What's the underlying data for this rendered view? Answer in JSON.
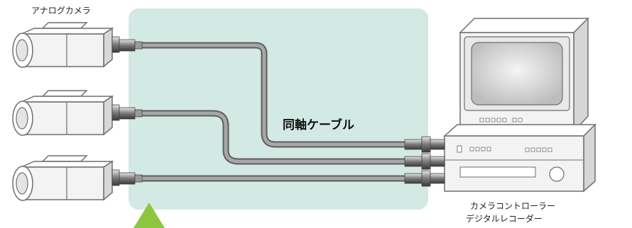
{
  "labels": {
    "camera": "アナログカメラ",
    "cable": "同軸ケーブル",
    "recorder_line1": "カメラコントローラー",
    "recorder_line2": "デジタルレコーダー"
  },
  "colors": {
    "highlight_area": "#d3e9e4",
    "arrow": "#8cc63f",
    "cable": "#8d8d8d",
    "device_body": "#f3f3f3",
    "device_outline": "#6f6f6f",
    "screen": "#cfcfcf"
  },
  "icons": {
    "camera": "analog-camera-icon",
    "monitor": "crt-monitor-icon",
    "recorder": "digital-recorder-icon",
    "arrow": "arrow-up-icon"
  }
}
